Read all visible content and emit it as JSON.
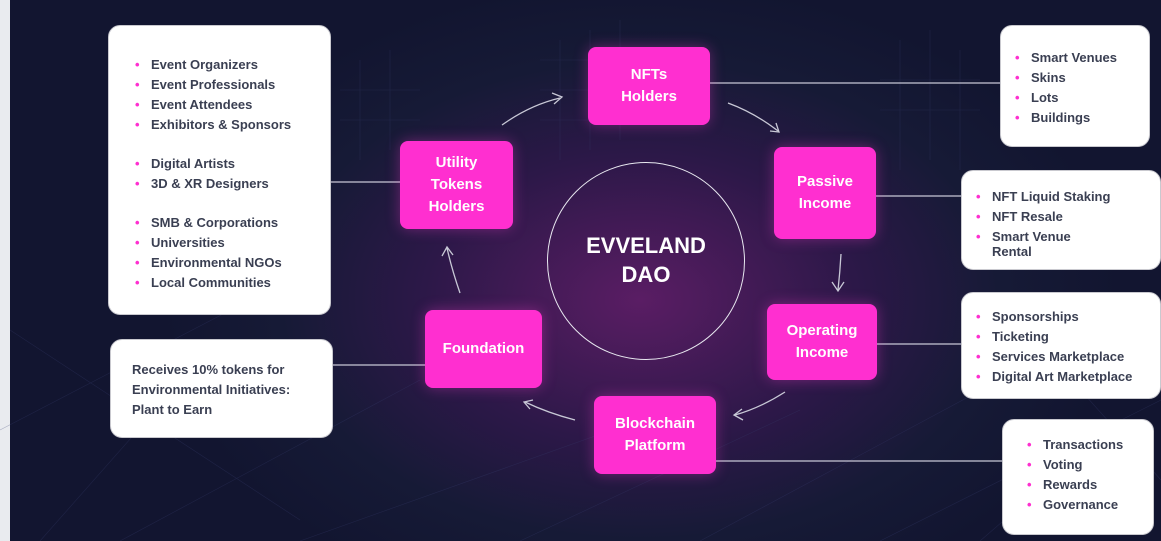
{
  "center": {
    "label": "EVVELAND\nDAO"
  },
  "nodes": {
    "nft_holders": "NFTs\nHolders",
    "passive_income": "Passive\nIncome",
    "operating_income": "Operating\nIncome",
    "blockchain_platform": "Blockchain\nPlatform",
    "foundation": "Foundation",
    "utility_tokens_holders": "Utility\nTokens\nHolders"
  },
  "cards": {
    "utility_holders_list": [
      "Event Organizers",
      "Event Professionals",
      "Event Attendees",
      "Exhibitors & Sponsors",
      "Digital Artists",
      "3D & XR Designers",
      "SMB & Corporations",
      "Universities",
      "Environmental NGOs",
      "Local Communities"
    ],
    "foundation_text": "Receives 10% tokens for\nEnvironmental Initiatives:\nPlant to Earn",
    "nft_list": [
      "Smart Venues",
      "Skins",
      "Lots",
      "Buildings"
    ],
    "passive_list": [
      "NFT Liquid Staking",
      "NFT Resale",
      "Smart Venue\nRental"
    ],
    "operating_list": [
      "Sponsorships",
      "Ticketing",
      "Services Marketplace",
      "Digital Art Marketplace"
    ],
    "blockchain_list": [
      "Transactions",
      "Voting",
      "Rewards",
      "Governance"
    ]
  },
  "colors": {
    "accent": "#ff2fd0",
    "background": "#161a36",
    "card": "#ffffff"
  }
}
